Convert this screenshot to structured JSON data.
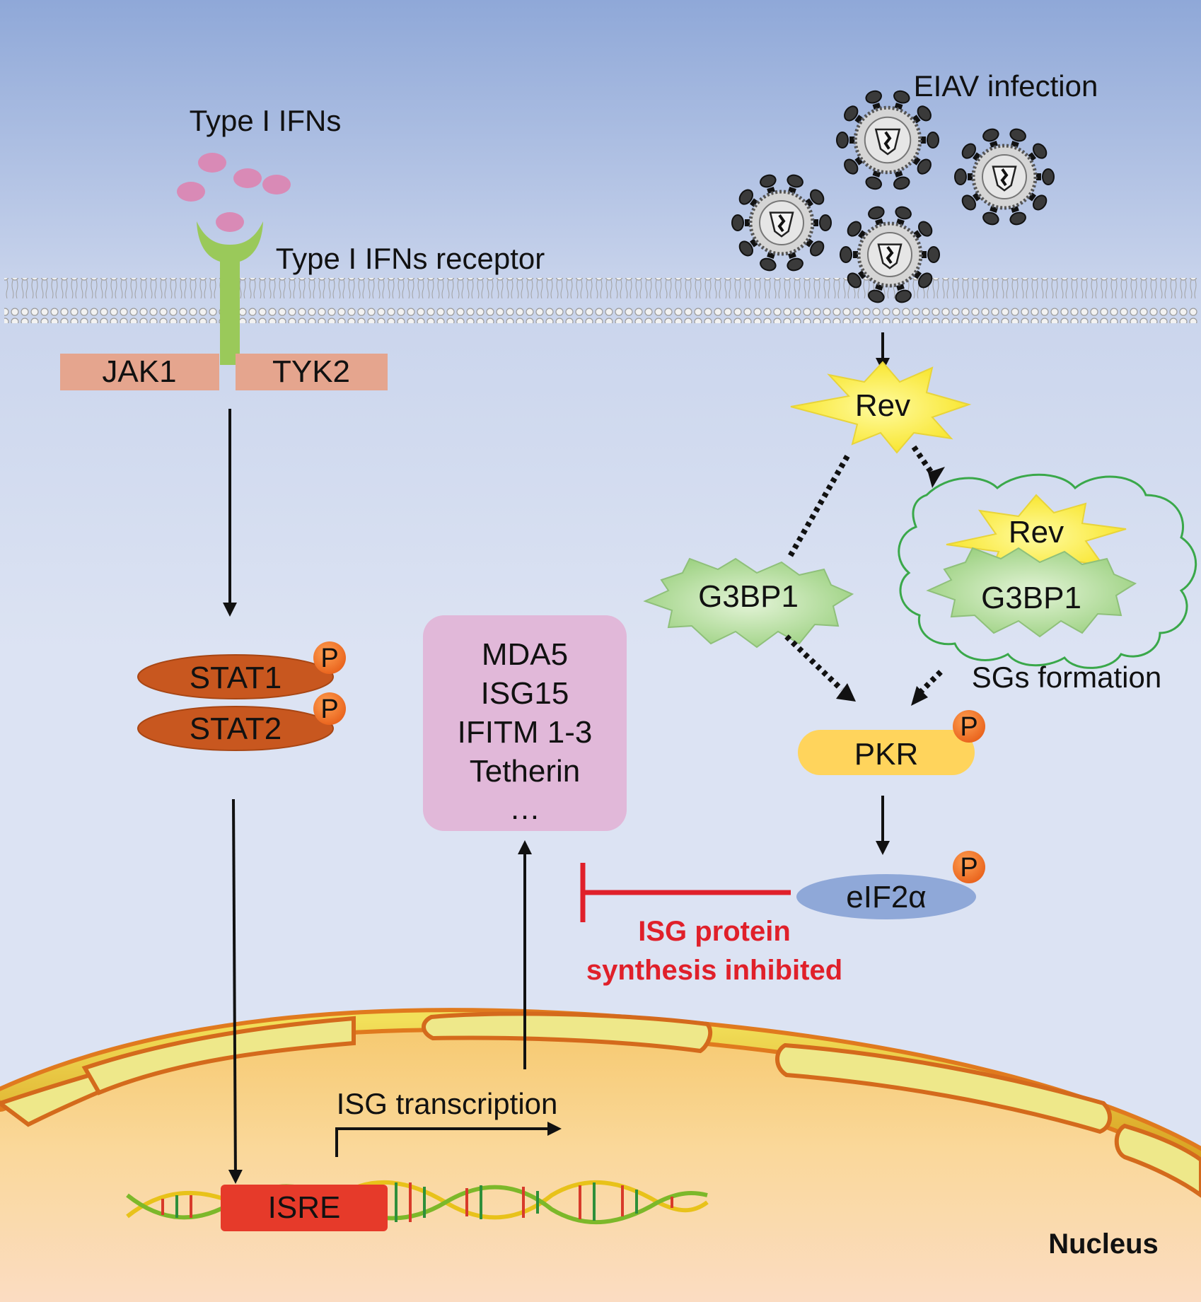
{
  "extracellular": {
    "ifn_label": "Type I IFNs",
    "receptor_label": "Type I IFNs receptor",
    "virus_label": "EIAV infection"
  },
  "jak_stat": {
    "jak1": "JAK1",
    "tyk2": "TYK2",
    "stat1": "STAT1",
    "stat2": "STAT2",
    "phospho": "P"
  },
  "isg_box": {
    "items": [
      "MDA5",
      "ISG15",
      "IFITM 1-3",
      "Tetherin",
      "…"
    ]
  },
  "eiav_pathway": {
    "rev": "Rev",
    "rev_sg": "Rev",
    "g3bp1": "G3BP1",
    "g3bp1_sg": "G3BP1",
    "sg_label": "SGs formation",
    "pkr": "PKR",
    "eif2a": "eIF2α"
  },
  "inhibition": {
    "line1": "ISG protein",
    "line2": "synthesis inhibited"
  },
  "nucleus": {
    "transcription_label": "ISG transcription",
    "isre": "ISRE",
    "nucleus_label": "Nucleus"
  },
  "colors": {
    "bg_top": "#8FA8D8",
    "bg_mid": "#DCE3F3",
    "nucleus": "#F7CF7E",
    "stat": "#C8571F",
    "phospho": "#F07A22",
    "jak": "#E5A58E",
    "receptor": "#9AC95A",
    "ifn": "#D98AB6",
    "isg_box": "#E1B8D9",
    "pkr": "#FFD45C",
    "eif2a": "#8FA8D8",
    "g3bp1": "#A6D78A",
    "rev": "#FFF33A",
    "inhibit": "#E0202A",
    "isre": "#E63A2A"
  }
}
